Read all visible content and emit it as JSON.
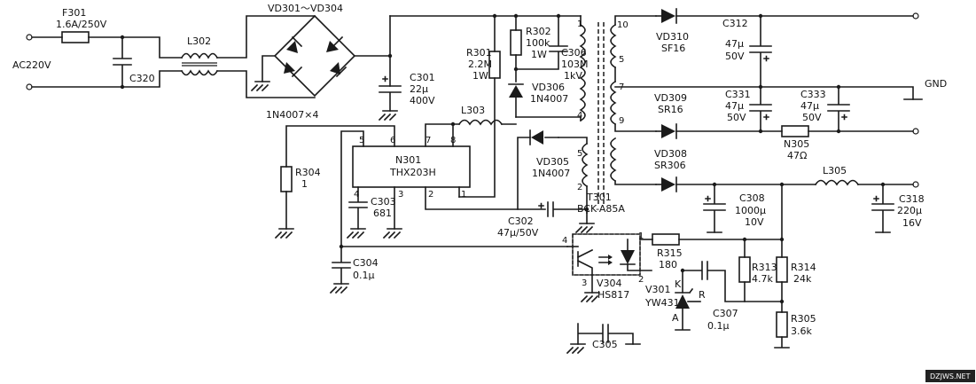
{
  "labels": {
    "F301": "F301",
    "F301_val": "1.6A/250V",
    "ac_input": "AC220V",
    "L302": "L302",
    "C320": "C320",
    "VD301_304": "VD301～VD304",
    "bridge_part": "1N4007×4",
    "C301": "C301",
    "C301_c": "22μ",
    "C301_v": "400V",
    "R301": "R301",
    "R301_r": "2.2M",
    "R301_p": "1W",
    "R302": "R302",
    "R302_r": "100k",
    "R302_p": "1W",
    "C306": "C306",
    "C306_c": "103M",
    "C306_v": "1kV",
    "VD306": "VD306",
    "VD306_p": "1N4007",
    "L303": "L303",
    "R304": "R304",
    "R304_r": "1",
    "N301": "N301",
    "N301_p": "THX203H",
    "C303": "C303",
    "C303_c": "681",
    "C304": "C304",
    "C304_c": "0.1μ",
    "VD305": "VD305",
    "VD305_p": "1N4007",
    "C302": "C302",
    "C302_c": "47μ/50V",
    "T301": "T301",
    "T301_p": "BCK-A85A",
    "VD310": "VD310",
    "VD310_p": "SF16",
    "C312": "C312",
    "C312_c": "47μ",
    "C312_v": "50V",
    "VD309": "VD309",
    "VD309_p": "SR16",
    "C331": "C331",
    "C331_c": "47μ",
    "C331_v": "50V",
    "C333": "C333",
    "C333_c": "47μ",
    "C333_v": "50V",
    "GND": "GND",
    "R305b": "N305",
    "R305b_r": "47Ω",
    "VD308": "VD308",
    "VD308_p": "SR306",
    "L305": "L305",
    "C308": "C308",
    "C308_c": "1000μ",
    "C308_v": "10V",
    "C318": "C318",
    "C318_c": "220μ",
    "C318_v": "16V",
    "V304": "V304",
    "V304_p": "HS817",
    "R315": "R315",
    "R315_r": "180",
    "R313": "R313",
    "R313_r": "4.7k",
    "R314": "R314",
    "R314_r": "24k",
    "V301": "V301",
    "V301_p": "YW431",
    "C307": "C307",
    "C307_c": "0.1μ",
    "R305": "R305",
    "R305_r": "3.6k",
    "C305": "C305",
    "pin_K": "K",
    "pin_R": "R",
    "pin_A": "A",
    "watermark": "DZJWS.NET"
  },
  "pins": {
    "p1": "1",
    "p2": "2",
    "p3": "3",
    "p4": "4",
    "p5": "5",
    "p6": "6",
    "p7": "7",
    "p8": "8",
    "p9": "9",
    "p10": "10"
  }
}
